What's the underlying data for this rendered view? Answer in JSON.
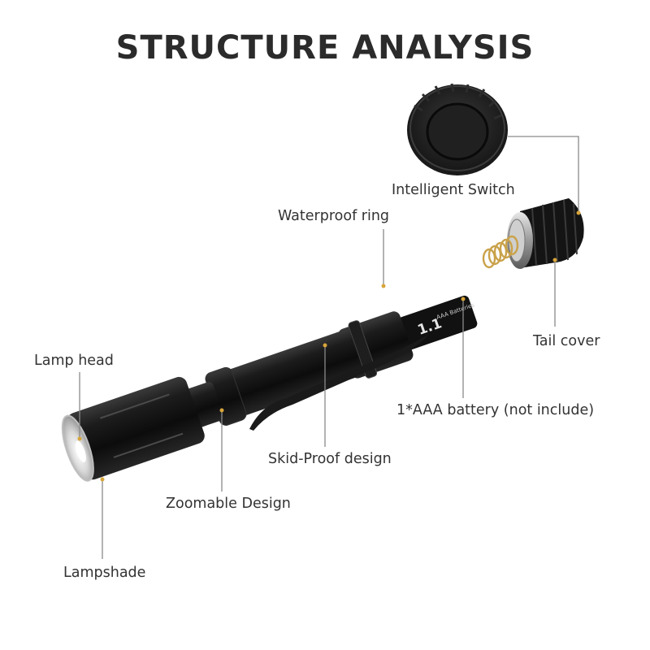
{
  "title": "STRUCTURE ANALYSIS",
  "labels": {
    "intelligent_switch": "Intelligent Switch",
    "waterproof_ring": "Waterproof ring",
    "tail_cover": "Tail cover",
    "lamp_head": "Lamp head",
    "battery": "1*AAA battery (not include)",
    "skid_proof": "Skid-Proof design",
    "zoomable": "Zoomable Design",
    "lampshade": "Lampshade"
  },
  "battery_print": {
    "brand": "1.1",
    "type": "AAA Batteries"
  },
  "colors": {
    "body": "#141414",
    "leader_line": "#8a8a8a",
    "dot": "#d8a53a",
    "spring": "#c9a24a"
  }
}
